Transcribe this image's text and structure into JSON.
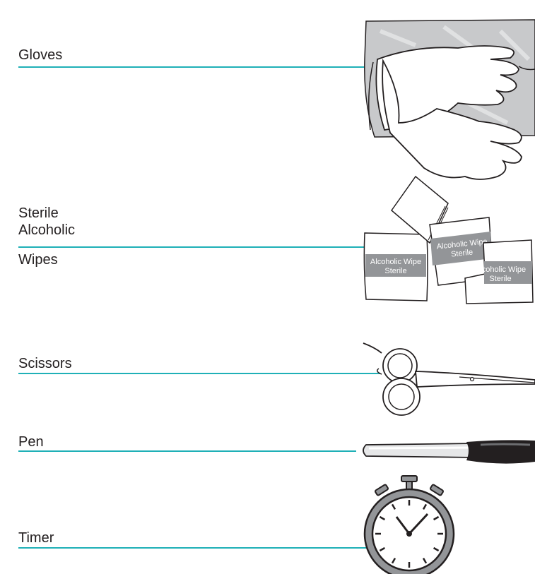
{
  "items": {
    "gloves": {
      "label": "Gloves",
      "icon": "gloves-icon"
    },
    "wipes": {
      "label_line1": "Sterile",
      "label_line2": "Alcoholic",
      "label_line3": "Wipes",
      "packet_text1": "Alcoholic Wipe",
      "packet_text2": "Sterile",
      "icon": "alcohol-wipes-icon"
    },
    "scissors": {
      "label": "Scissors",
      "icon": "scissors-icon"
    },
    "pen": {
      "label": "Pen",
      "icon": "pen-icon"
    },
    "timer": {
      "label": "Timer",
      "icon": "stopwatch-icon"
    }
  },
  "colors": {
    "leader_line": "#1fb0b7",
    "text": "#231f20"
  }
}
